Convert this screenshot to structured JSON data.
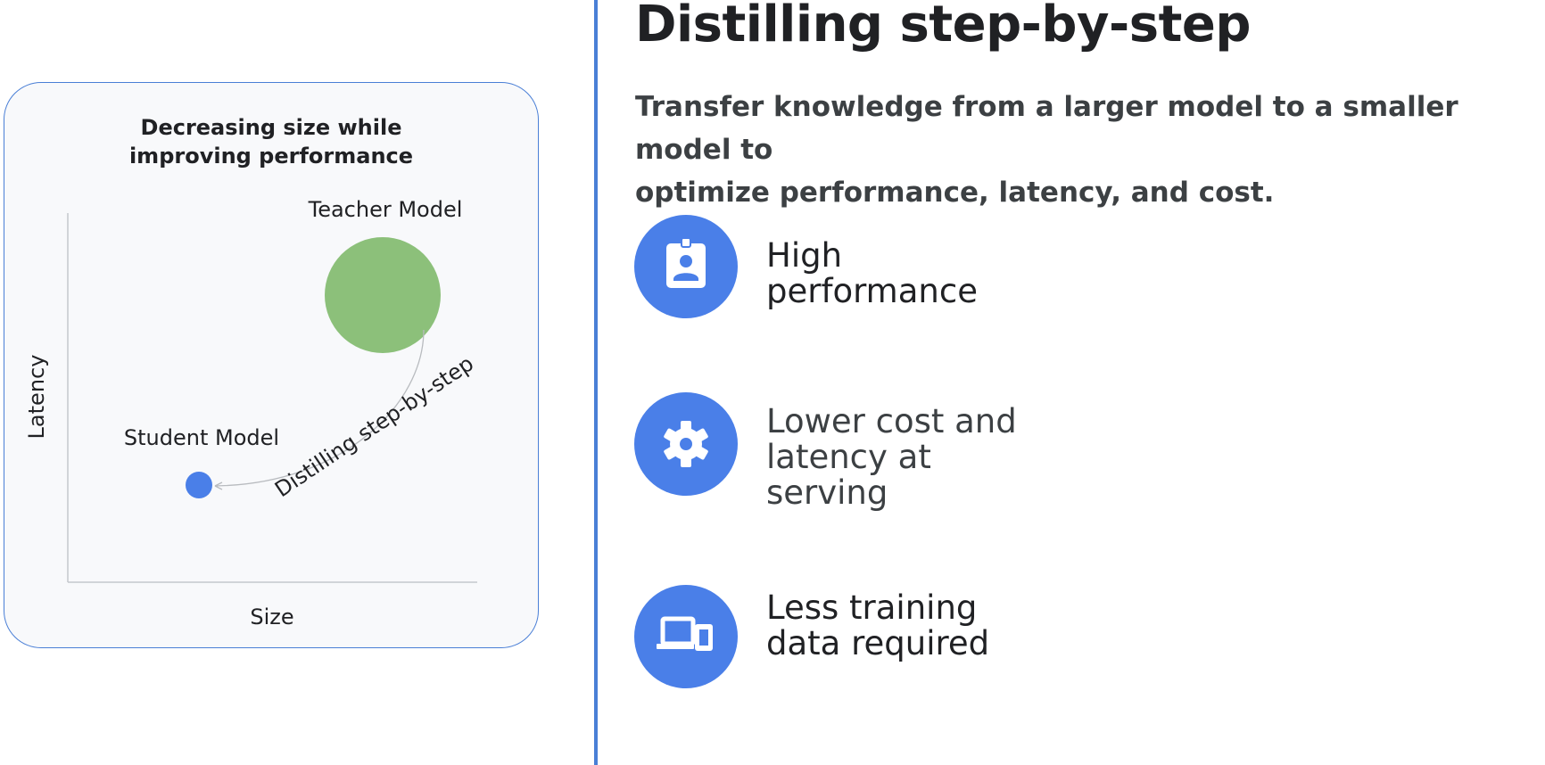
{
  "diagram": {
    "title": "Decreasing size while\nimproving performance",
    "x_axis_label": "Size",
    "y_axis_label": "Latency",
    "teacher_label": "Teacher Model",
    "student_label": "Student Model",
    "arrow_label": "Distilling step-by-step",
    "teacher_color": "#8cc07a",
    "student_color": "#4a7fe8",
    "card_border_color": "#4a7fd6"
  },
  "slide": {
    "heading": "Distilling step-by-step",
    "subheading": "Transfer knowledge from a larger model to a smaller model to\noptimize performance, latency, and cost.",
    "accent_color": "#4a7fe8"
  },
  "features": [
    {
      "icon": "badge-person-icon",
      "label": "High\nperformance"
    },
    {
      "icon": "gear-icon",
      "label": "Lower cost and\nlatency at\nserving"
    },
    {
      "icon": "laptop-phone-icon",
      "label": "Less training\ndata required"
    }
  ]
}
